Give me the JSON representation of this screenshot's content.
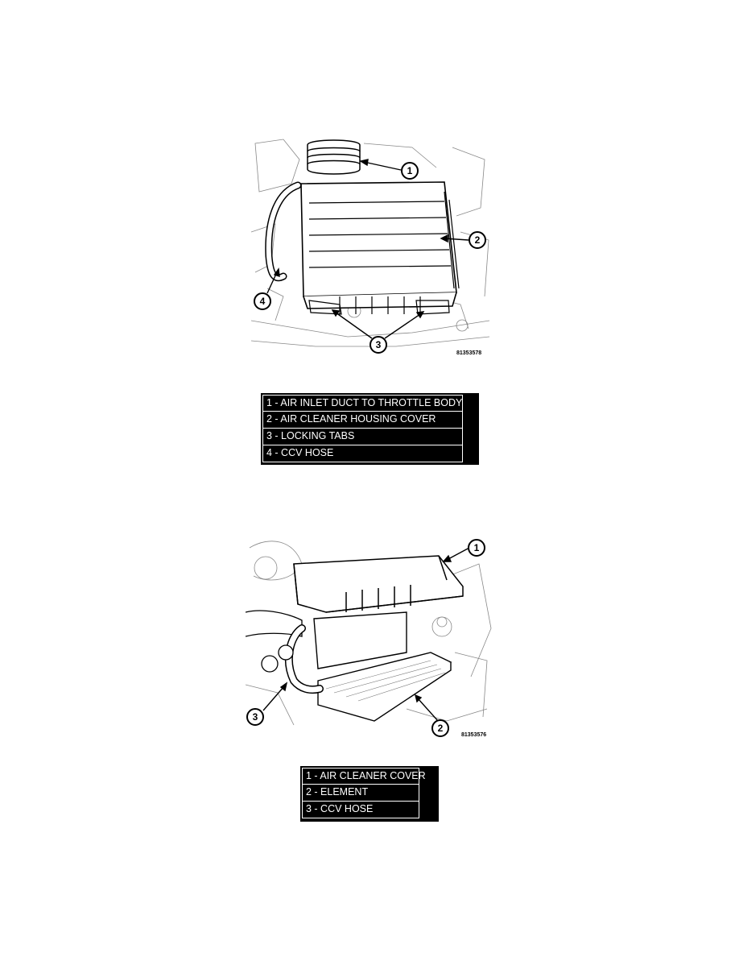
{
  "figure1": {
    "callouts": [
      "1",
      "2",
      "3",
      "4"
    ],
    "figure_id": "81353578",
    "legend": [
      "1 - AIR INLET DUCT TO THROTTLE BODY",
      "2 - AIR CLEANER HOUSING COVER",
      "3 - LOCKING TABS",
      "4 - CCV HOSE"
    ]
  },
  "figure2": {
    "callouts": [
      "1",
      "2",
      "3"
    ],
    "figure_id": "81353576",
    "legend": [
      "1 - AIR CLEANER COVER",
      "2 - ELEMENT",
      "3 - CCV HOSE"
    ]
  }
}
